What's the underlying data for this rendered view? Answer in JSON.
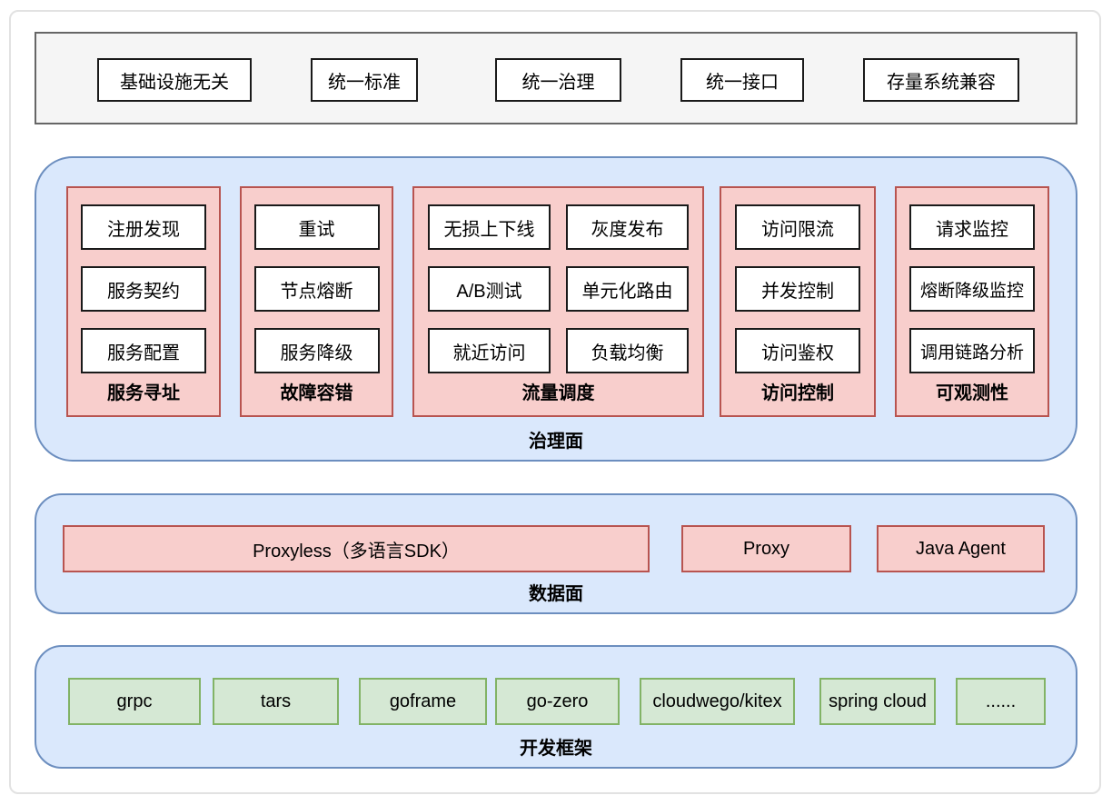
{
  "principles_bar": {
    "items": [
      {
        "label": "基础设施无关"
      },
      {
        "label": "统一标准"
      },
      {
        "label": "统一治理"
      },
      {
        "label": "统一接口"
      },
      {
        "label": "存量系统兼容"
      }
    ]
  },
  "governance_plane": {
    "label": "治理面",
    "sections": [
      {
        "label": "服务寻址",
        "boxes": [
          "注册发现",
          "服务契约",
          "服务配置"
        ]
      },
      {
        "label": "故障容错",
        "boxes": [
          "重试",
          "节点熔断",
          "服务降级"
        ]
      },
      {
        "label": "流量调度",
        "boxes": [
          "无损上下线",
          "灰度发布",
          "A/B测试",
          "单元化路由",
          "就近访问",
          "负载均衡"
        ]
      },
      {
        "label": "访问控制",
        "boxes": [
          "访问限流",
          "并发控制",
          "访问鉴权"
        ]
      },
      {
        "label": "可观测性",
        "boxes": [
          "请求监控",
          "熔断降级监控",
          "调用链路分析"
        ]
      }
    ]
  },
  "data_plane": {
    "label": "数据面",
    "items": [
      "Proxyless（多语言SDK）",
      "Proxy",
      "Java Agent"
    ]
  },
  "dev_frameworks": {
    "label": "开发框架",
    "items": [
      "grpc",
      "tars",
      "goframe",
      "go-zero",
      "cloudwego/kitex",
      "spring cloud",
      "......"
    ]
  },
  "colors": {
    "plane_fill": "#dae8fc",
    "plane_border": "#6c8ebf",
    "capability_fill": "#f8cecc",
    "capability_border": "#b85450",
    "framework_fill": "#d5e8d4",
    "framework_border": "#82b366",
    "bar_fill": "#f5f5f5",
    "bar_border": "#666666"
  }
}
